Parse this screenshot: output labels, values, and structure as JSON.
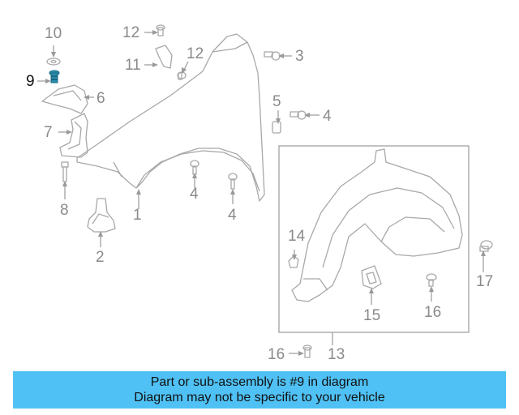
{
  "callouts": [
    {
      "id": "c1",
      "text": "1"
    },
    {
      "id": "c2",
      "text": "2"
    },
    {
      "id": "c3",
      "text": "3"
    },
    {
      "id": "c4a",
      "text": "4"
    },
    {
      "id": "c4b",
      "text": "4"
    },
    {
      "id": "c4c",
      "text": "4"
    },
    {
      "id": "c5",
      "text": "5"
    },
    {
      "id": "c6",
      "text": "6"
    },
    {
      "id": "c7",
      "text": "7"
    },
    {
      "id": "c8",
      "text": "8"
    },
    {
      "id": "c9",
      "text": "9"
    },
    {
      "id": "c10",
      "text": "10"
    },
    {
      "id": "c11",
      "text": "11"
    },
    {
      "id": "c12a",
      "text": "12"
    },
    {
      "id": "c12b",
      "text": "12"
    },
    {
      "id": "c13",
      "text": "13"
    },
    {
      "id": "c14",
      "text": "14"
    },
    {
      "id": "c15",
      "text": "15"
    },
    {
      "id": "c16a",
      "text": "16"
    },
    {
      "id": "c16b",
      "text": "16"
    },
    {
      "id": "c17",
      "text": "17"
    }
  ],
  "highlight": {
    "part": "9",
    "color": "#2a8fb0"
  },
  "banner": {
    "line1": "Part or sub-assembly is #9 in diagram",
    "line2": "Diagram may not be specific to your vehicle",
    "color": "#4fc1f5"
  }
}
